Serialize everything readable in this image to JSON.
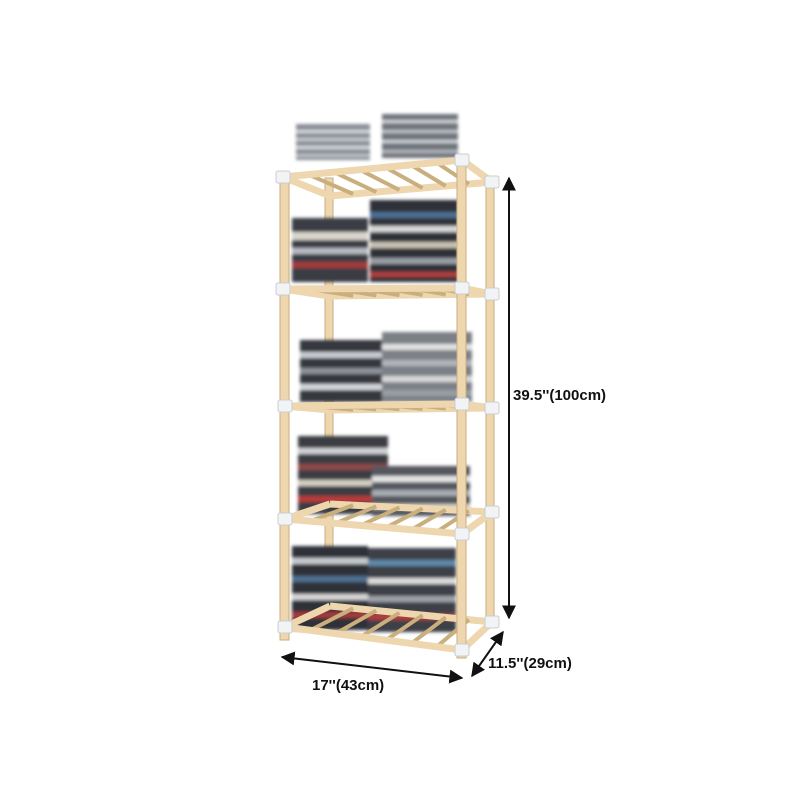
{
  "product": {
    "shelf_count": 5,
    "wood_color": "#EED7AE",
    "wood_edge_color": "#C9AE7E",
    "connector_color": "#F2F3F5"
  },
  "dimensions": {
    "height_label": "39.5''(100cm)",
    "width_label": "17''(43cm)",
    "depth_label": "11.5''(29cm)",
    "arrow_color": "#111111"
  },
  "icons": {
    "arrow": "double-headed-arrow"
  }
}
